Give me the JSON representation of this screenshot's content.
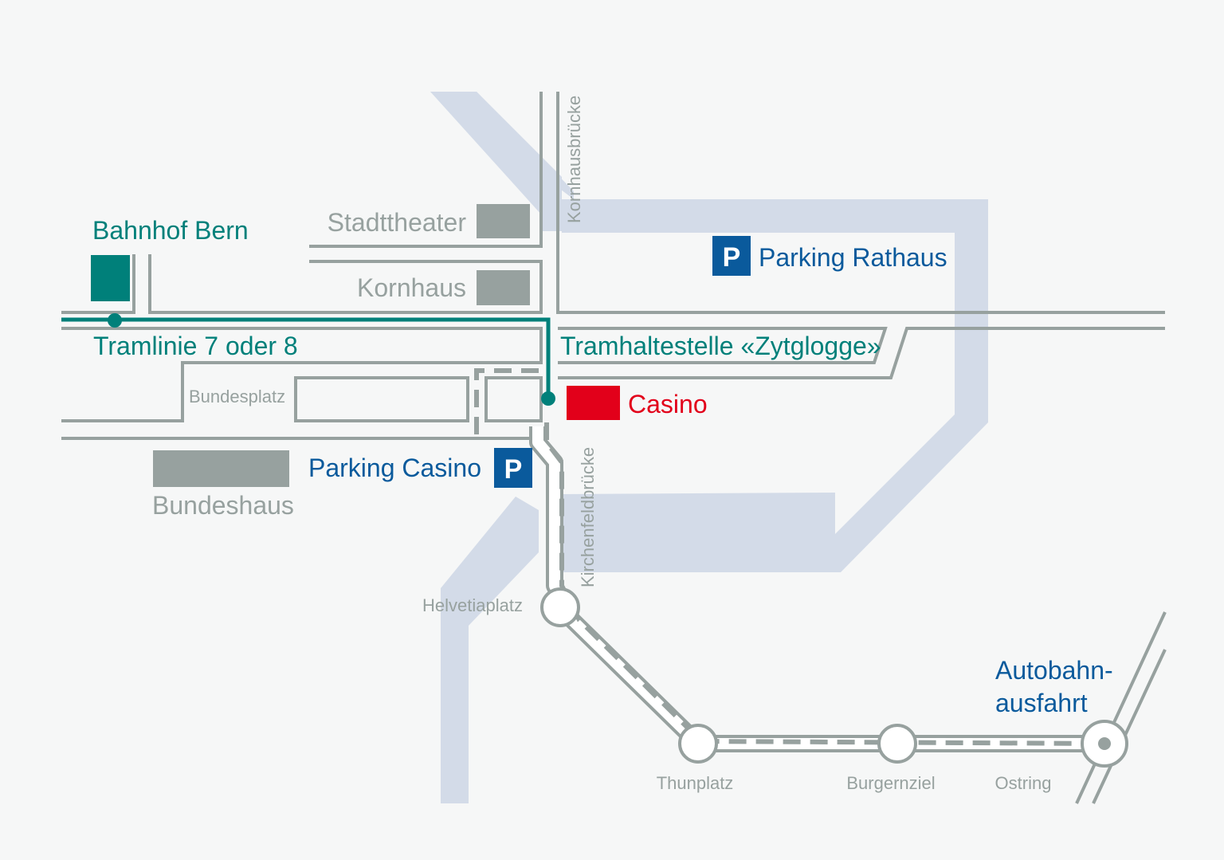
{
  "map": {
    "places": {
      "bahnhof_bern": "Bahnhof Bern",
      "stadttheater": "Stadttheater",
      "kornhaus": "Kornhaus",
      "bundesplatz": "Bundesplatz",
      "bundeshaus": "Bundeshaus",
      "casino": "Casino",
      "helvetiaplatz": "Helvetiaplatz",
      "thunplatz": "Thunplatz",
      "burgernziel": "Burgernziel",
      "ostring": "Ostring",
      "autobahn_line1": "Autobahn-",
      "autobahn_line2": "ausfahrt"
    },
    "streets": {
      "kornhausbruecke": "Kornhausbrücke",
      "kirchenfeldbruecke": "Kirchenfeldbrücke"
    },
    "transit": {
      "tram_line": "Tramlinie 7 oder 8",
      "tram_stop": "Tramhaltestelle «Zytglogge»"
    },
    "parking": {
      "symbol": "P",
      "rathaus": "Parking Rathaus",
      "casino": "Parking Casino"
    },
    "colors": {
      "river": "#d3dbe8",
      "road": "#97a19f",
      "tram": "#00807a",
      "parking": "#0a5a9c",
      "casino": "#e2001a",
      "building": "#97a19f"
    }
  }
}
